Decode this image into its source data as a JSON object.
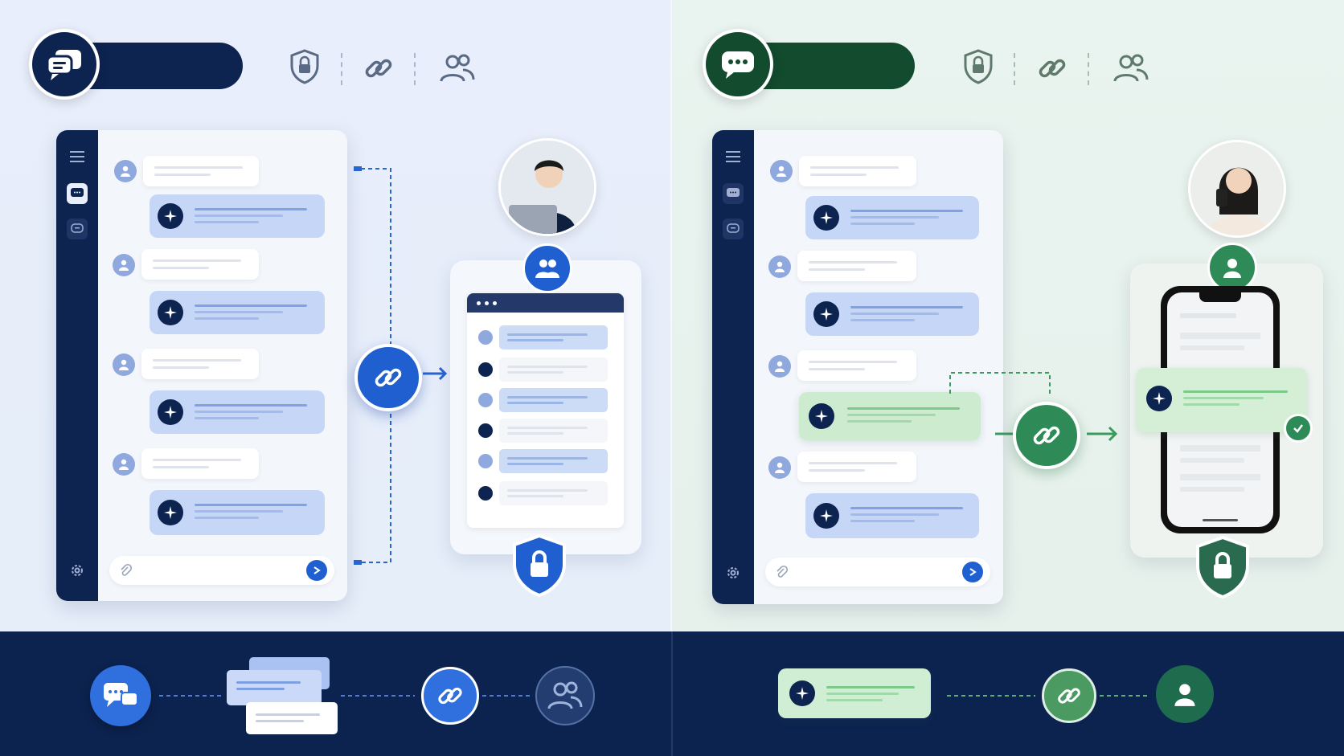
{
  "colors": {
    "left_accent": "#1f5fd0",
    "left_navy": "#0d2350",
    "right_accent": "#2e8b57",
    "right_green_dark": "#124b2e",
    "footer_bg": "#0c2350"
  },
  "left": {
    "header_icons": [
      "security-shield-icon",
      "link-icon",
      "users-icon"
    ],
    "chat_rows": 4,
    "share_target": "browser-window",
    "badge": "group-icon"
  },
  "right": {
    "header_icons": [
      "security-shield-icon",
      "link-icon",
      "users-icon"
    ],
    "chat_rows": 4,
    "highlighted_row": 3,
    "share_target": "mobile-phone",
    "badge": "person-icon"
  },
  "footer": {
    "left_steps": [
      "chat-icon",
      "message-stack",
      "link-icon",
      "users-icon"
    ],
    "right_steps": [
      "ai-message",
      "link-icon",
      "person-icon"
    ]
  }
}
